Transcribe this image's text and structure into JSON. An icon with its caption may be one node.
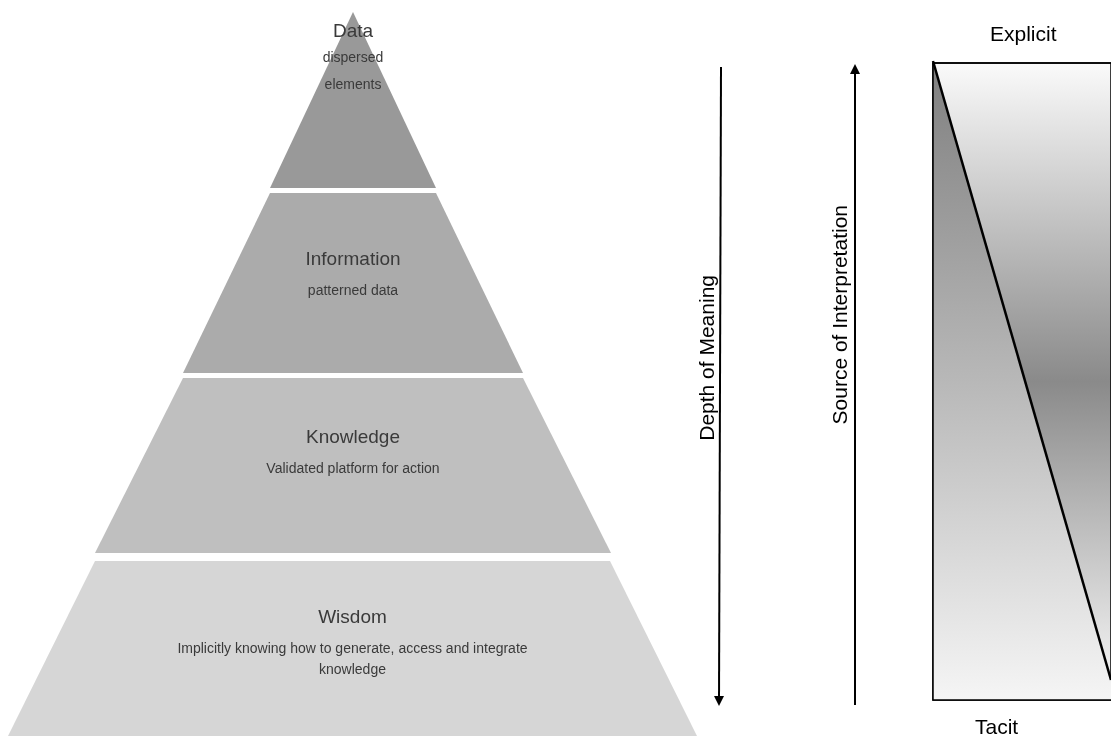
{
  "diagram": {
    "nodes": [
      {
        "text": [
          "Data",
          "dispersed elements"
        ]
      },
      {
        "text": [
          "Information",
          "patterned data"
        ]
      },
      {
        "text": [
          "Knowledge",
          "Validated platform for action"
        ]
      },
      {
        "text": [
          "Wisdom",
          "Implicitly knowing how to generate, access and integrate knowledge"
        ]
      }
    ],
    "labels": [
      "Depth of Meaning",
      "Source of Interpretation",
      "Explicit",
      "Tacit"
    ]
  }
}
